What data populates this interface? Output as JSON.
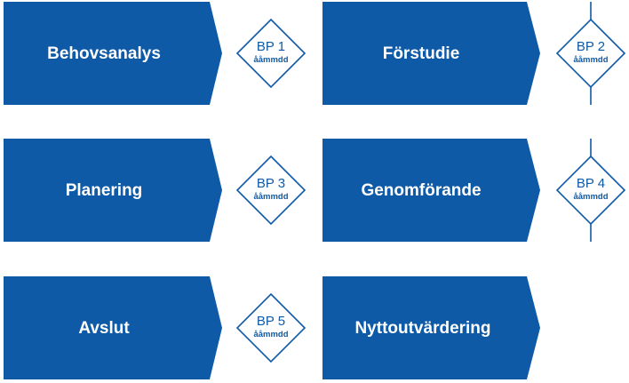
{
  "colors": {
    "phase_fill": "#0e5aa7",
    "phase_text": "#ffffff",
    "diamond_stroke": "#0e5aa7",
    "diamond_text": "#0e5aa7"
  },
  "phases": [
    {
      "label": "Behovsanalys"
    },
    {
      "label": "Förstudie"
    },
    {
      "label": "Planering"
    },
    {
      "label": "Genomförande"
    },
    {
      "label": "Avslut"
    },
    {
      "label": "Nyttoutvärdering"
    }
  ],
  "checkpoints": [
    {
      "title": "BP 1",
      "date": "ååmmdd"
    },
    {
      "title": "BP 2",
      "date": "ååmmdd"
    },
    {
      "title": "BP 3",
      "date": "ååmmdd"
    },
    {
      "title": "BP 4",
      "date": "ååmmdd"
    },
    {
      "title": "BP 5",
      "date": "ååmmdd"
    }
  ]
}
